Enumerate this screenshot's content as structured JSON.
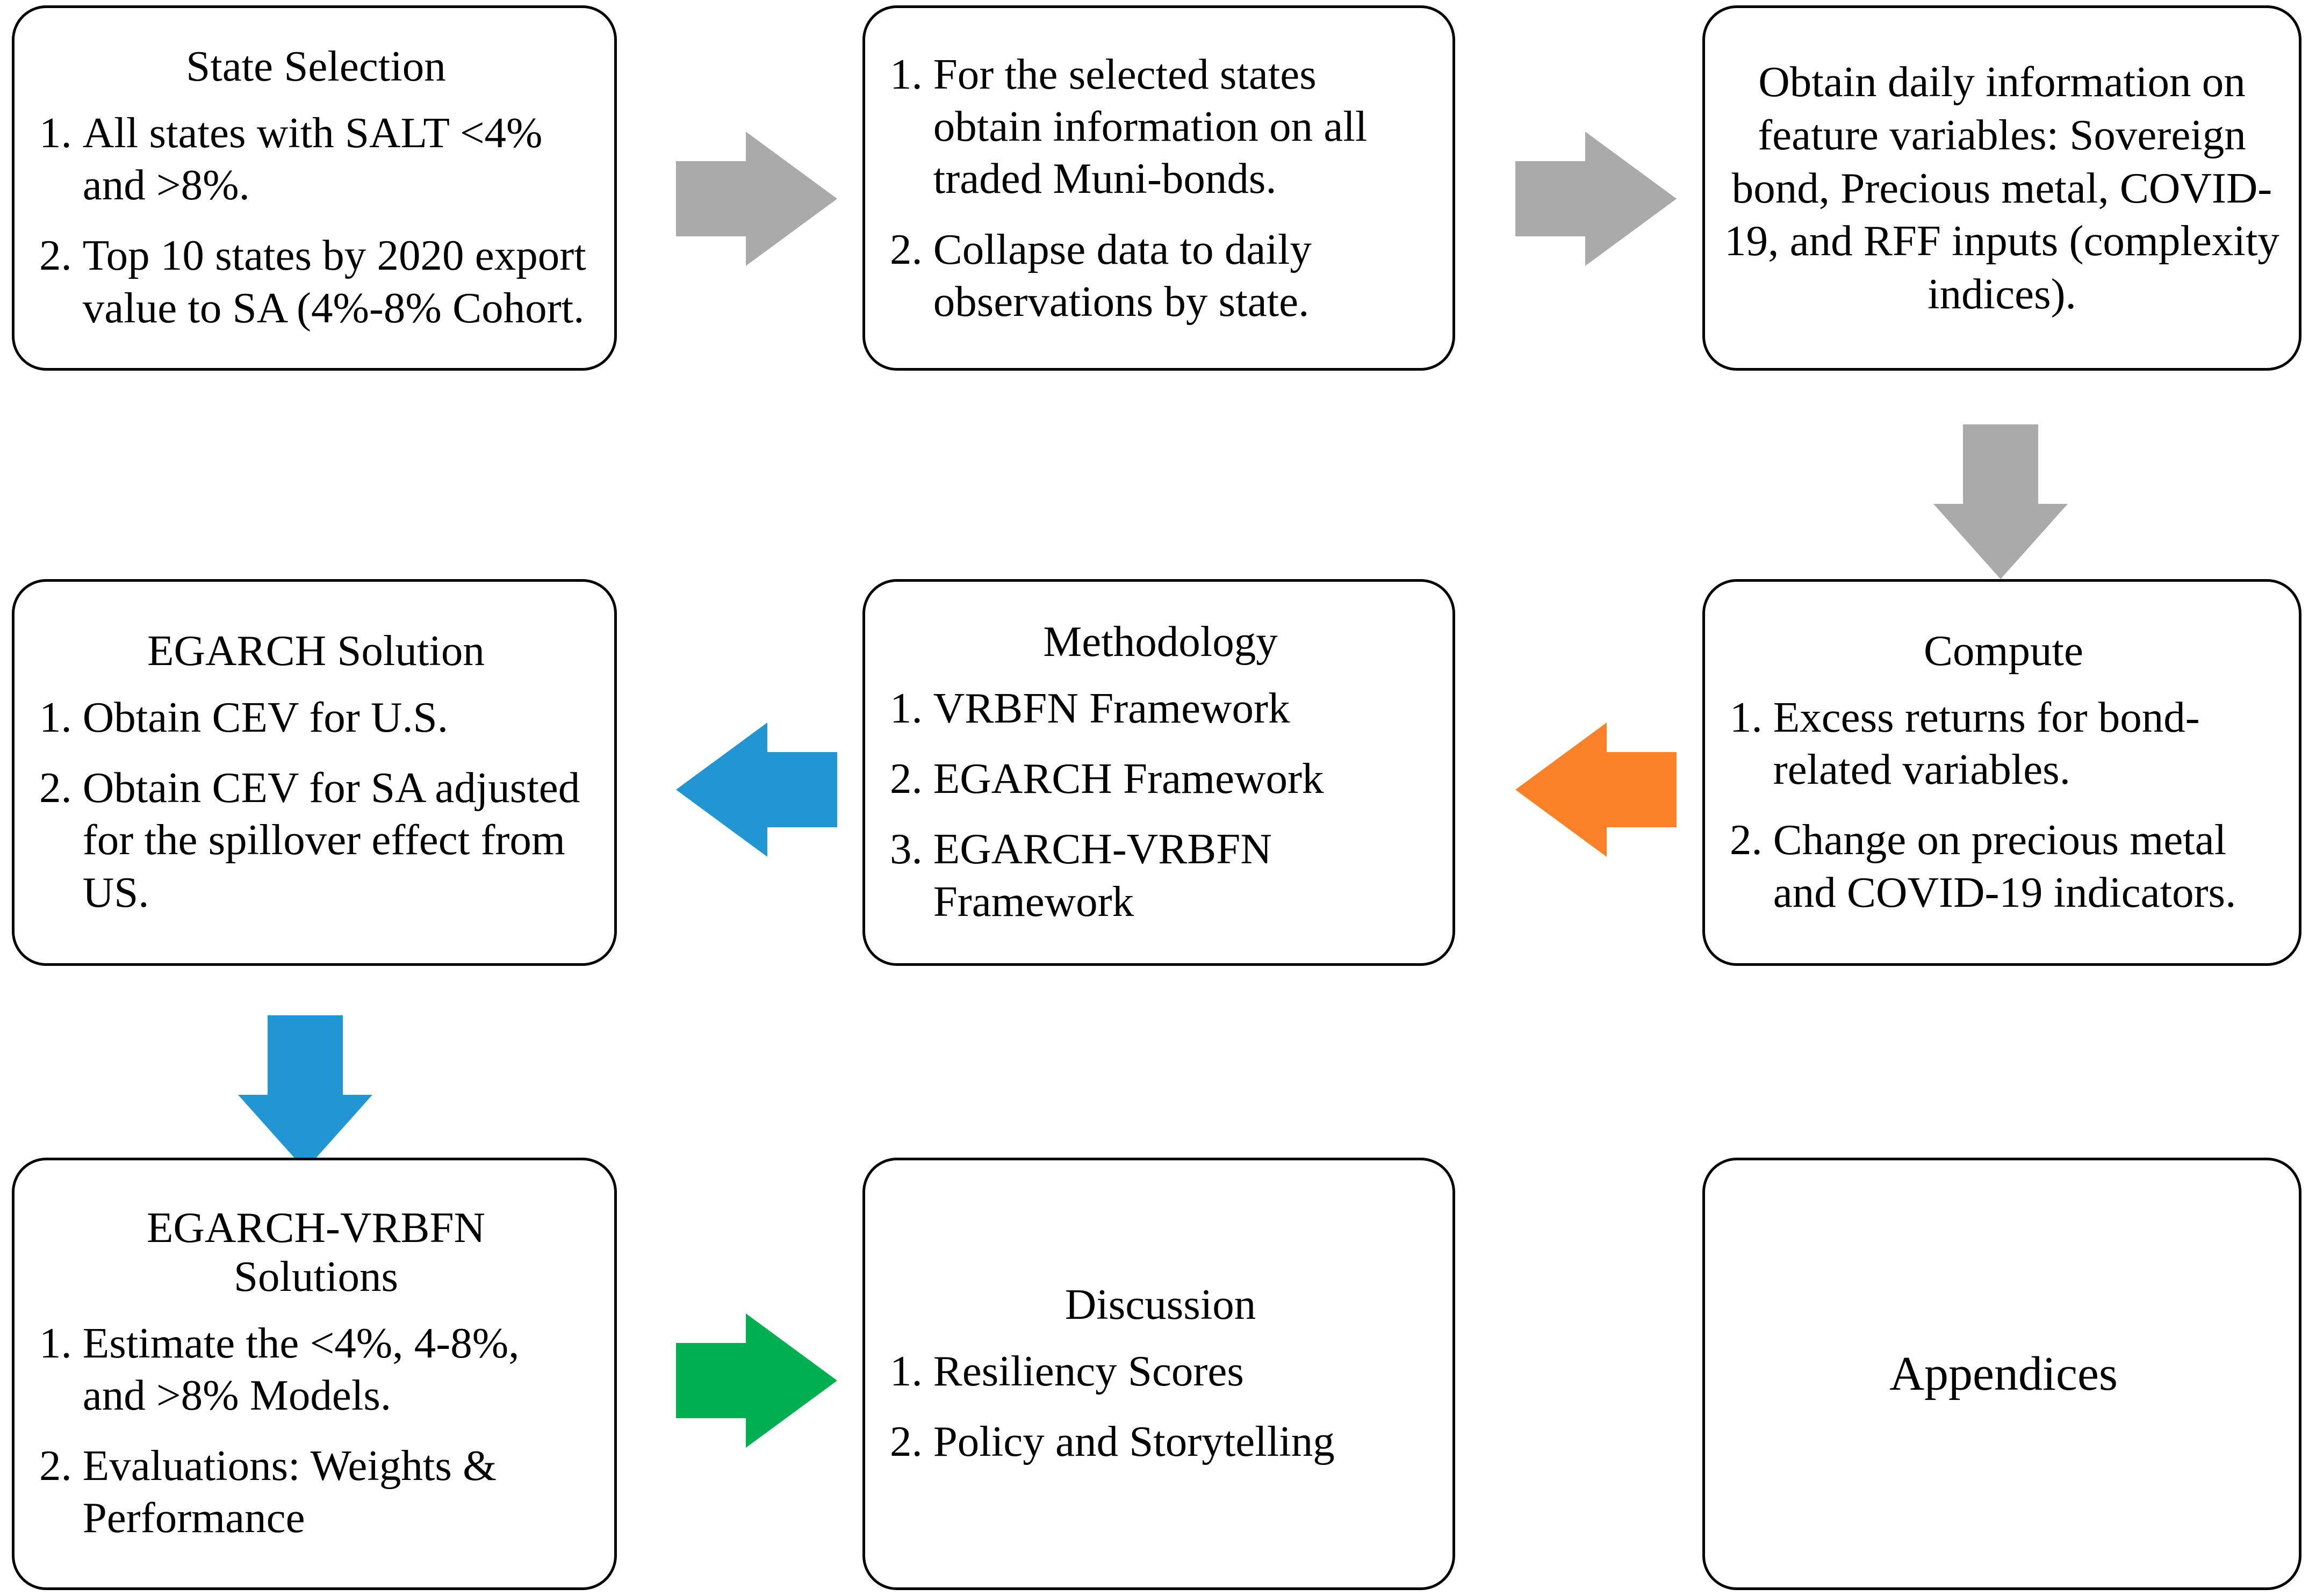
{
  "diagram": {
    "title": "Research Workflow Flowchart",
    "colors": {
      "box_border": "#000000",
      "box_fill": "#ffffff",
      "arrow_gray": "#aaaaaa",
      "arrow_blue": "#2196d3",
      "arrow_orange": "#fa8128",
      "arrow_green": "#00b050",
      "text": "#000000"
    }
  },
  "nodes": {
    "state_selection": {
      "title": "State Selection",
      "items": [
        {
          "num": "1.",
          "text": "All states with SALT <4% and >8%."
        },
        {
          "num": "2.",
          "text": "Top 10 states by 2020 export value to SA (4%-8% Cohort."
        }
      ]
    },
    "muni_bonds": {
      "title": "",
      "items": [
        {
          "num": "1.",
          "text": "For the selected states obtain information on all traded Muni-bonds."
        },
        {
          "num": "2.",
          "text": "Collapse data to daily observations by state."
        }
      ]
    },
    "daily_info": {
      "paragraph": "Obtain daily information on feature variables: Sovereign bond, Precious metal, COVID-19, and RFF inputs (complexity indices)."
    },
    "egarch_solution": {
      "title": "EGARCH Solution",
      "items": [
        {
          "num": "1.",
          "text": "Obtain CEV for U.S."
        },
        {
          "num": "2.",
          "text": "Obtain CEV for SA adjusted for the spillover effect from US."
        }
      ]
    },
    "methodology": {
      "title": "Methodology",
      "items": [
        {
          "num": "1.",
          "text": "VRBFN Framework"
        },
        {
          "num": "2.",
          "text": "EGARCH Framework"
        },
        {
          "num": "3.",
          "text": "EGARCH-VRBFN Framework"
        }
      ]
    },
    "compute": {
      "title": "Compute",
      "items": [
        {
          "num": "1.",
          "text": "Excess returns for bond-related variables."
        },
        {
          "num": "2.",
          "text": "Change on precious metal and COVID-19 indicators."
        }
      ]
    },
    "egarch_vrbfn_solutions": {
      "title": "EGARCH-VRBFN\nSolutions",
      "items": [
        {
          "num": "1.",
          "text": "Estimate the <4%, 4-8%, and >8% Models."
        },
        {
          "num": "2.",
          "text": "Evaluations: Weights & Performance"
        }
      ]
    },
    "discussion": {
      "title": "Discussion",
      "items": [
        {
          "num": "1.",
          "text": "Resiliency Scores"
        },
        {
          "num": "2.",
          "text": "Policy and Storytelling"
        }
      ]
    },
    "appendices": {
      "title": "Appendices"
    }
  },
  "arrows": [
    {
      "name": "arrow-state-to-muni",
      "direction": "right",
      "color": "#aaaaaa"
    },
    {
      "name": "arrow-muni-to-daily",
      "direction": "right",
      "color": "#aaaaaa"
    },
    {
      "name": "arrow-daily-to-compute",
      "direction": "down",
      "color": "#aaaaaa"
    },
    {
      "name": "arrow-compute-to-methodology",
      "direction": "left",
      "color": "#fa8128"
    },
    {
      "name": "arrow-methodology-to-egarch",
      "direction": "left",
      "color": "#2196d3"
    },
    {
      "name": "arrow-egarch-to-solutions",
      "direction": "down",
      "color": "#2196d3"
    },
    {
      "name": "arrow-solutions-to-discussion",
      "direction": "right",
      "color": "#00b050"
    }
  ]
}
